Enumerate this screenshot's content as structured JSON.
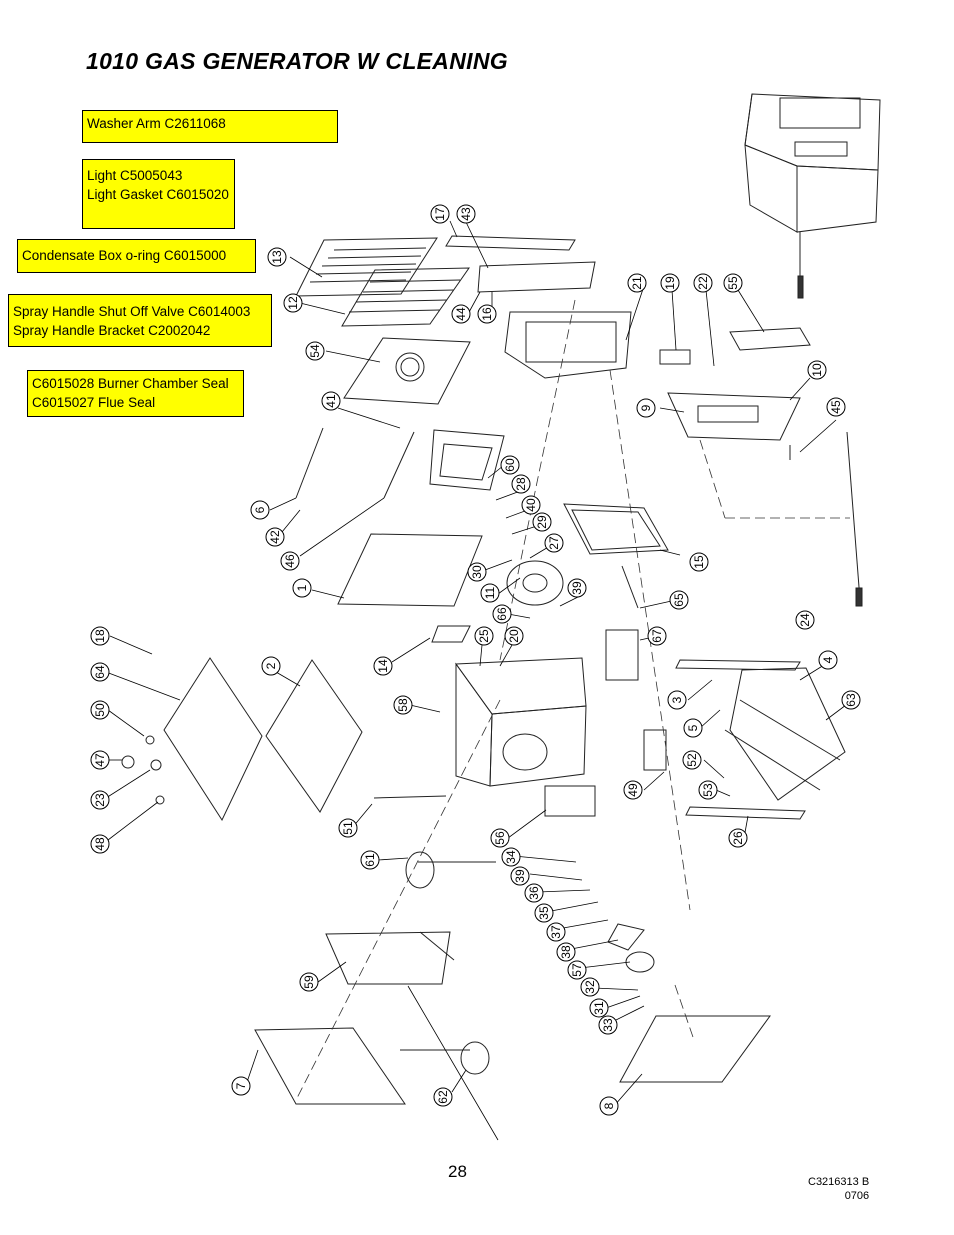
{
  "title": "1010 GAS GENERATOR W CLEANING",
  "notes": [
    {
      "lines": [
        "Washer Arm C2611068"
      ]
    },
    {
      "lines": [
        "Light C5005043",
        "Light Gasket C6015020"
      ]
    },
    {
      "lines": [
        "Condensate Box o-ring C6015000"
      ]
    },
    {
      "lines": [
        "Spray Handle Shut Off Valve C6014003",
        "Spray Handle Bracket C2002042"
      ]
    },
    {
      "lines": [
        "C6015028 Burner Chamber Seal",
        "C6015027 Flue Seal"
      ]
    }
  ],
  "part_labels": [
    "1",
    "2",
    "3",
    "4",
    "5",
    "6",
    "7",
    "8",
    "9",
    "10",
    "11",
    "12",
    "13",
    "14",
    "15",
    "16",
    "17",
    "18",
    "19",
    "20",
    "21",
    "22",
    "23",
    "24",
    "25",
    "26",
    "27",
    "28",
    "29",
    "30",
    "31",
    "32",
    "33",
    "34",
    "35",
    "36",
    "37",
    "38",
    "39",
    "39",
    "40",
    "41",
    "42",
    "43",
    "44",
    "45",
    "46",
    "47",
    "48",
    "49",
    "50",
    "51",
    "52",
    "53",
    "54",
    "55",
    "56",
    "57",
    "58",
    "59",
    "60",
    "61",
    "62",
    "63",
    "64",
    "65",
    "66",
    "67"
  ],
  "page_number": "28",
  "doc_code": {
    "part": "C3216313 B",
    "date": "0706"
  }
}
